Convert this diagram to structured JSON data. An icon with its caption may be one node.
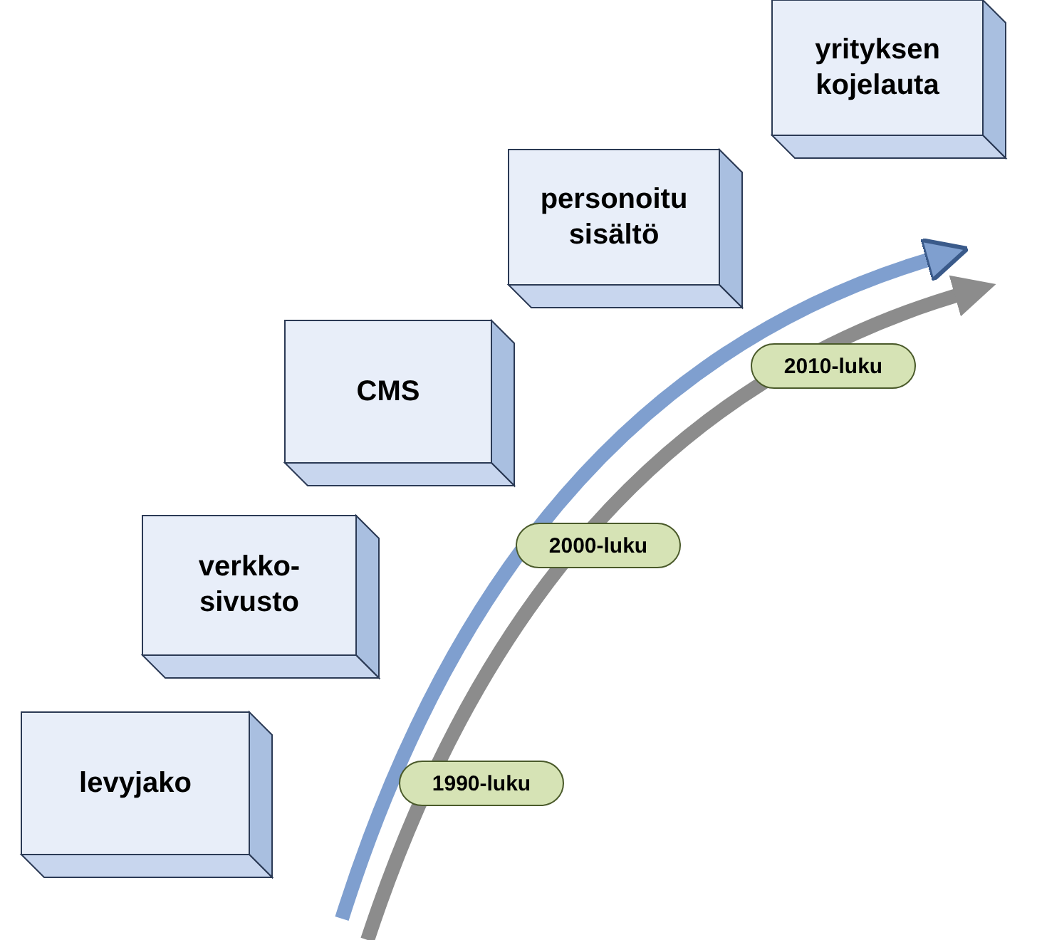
{
  "diagram": {
    "nodes": [
      {
        "text": [
          "levyjako"
        ]
      },
      {
        "text": [
          "verkko-sivusto"
        ]
      },
      {
        "text": [
          "CMS"
        ]
      },
      {
        "text": [
          "personoitu sisältö"
        ]
      },
      {
        "text": [
          "yrityksen kojelauta"
        ]
      },
      {
        "text": [
          "1990-luku"
        ]
      },
      {
        "text": [
          "2000-luku"
        ]
      },
      {
        "text": [
          "2010-luku"
        ]
      }
    ]
  }
}
